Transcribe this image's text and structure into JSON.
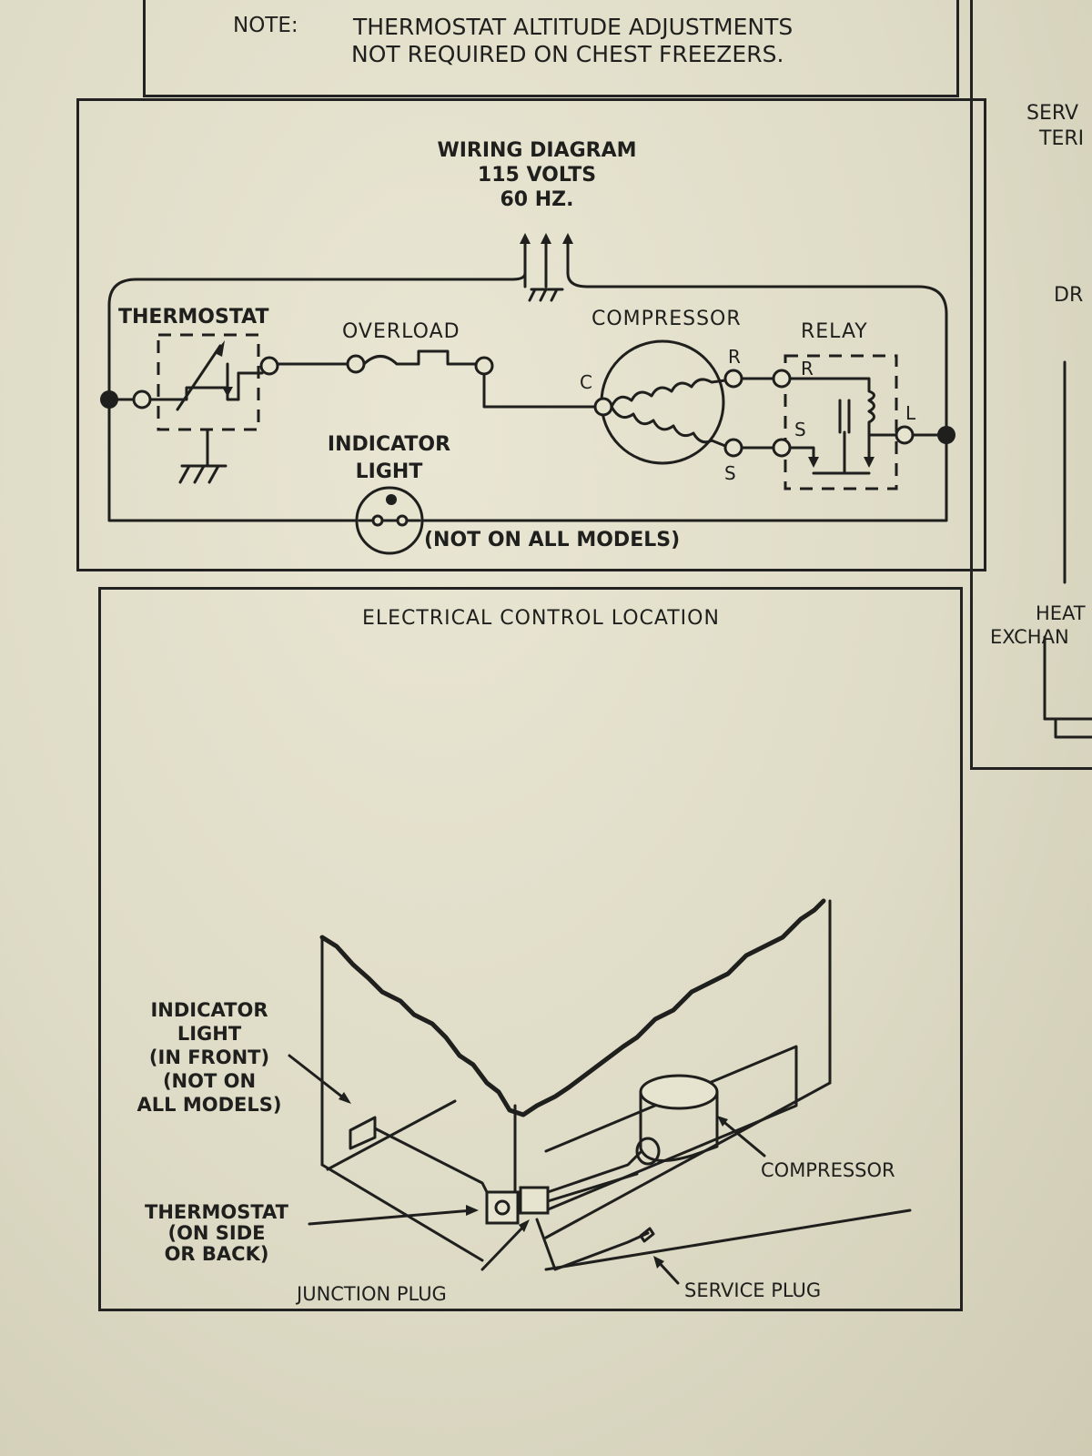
{
  "note": {
    "label": "NOTE:",
    "line1": "THERMOSTAT ALTITUDE ADJUSTMENTS",
    "line2": "NOT REQUIRED ON CHEST FREEZERS."
  },
  "wiring": {
    "title1": "WIRING DIAGRAM",
    "title2": "115 VOLTS",
    "title3": "60 HZ.",
    "thermostat": "THERMOSTAT",
    "overload": "OVERLOAD",
    "compressor": "COMPRESSOR",
    "relay": "RELAY",
    "indicator1": "INDICATOR",
    "indicator2": "LIGHT",
    "not_all": "(NOT ON ALL MODELS)",
    "term_c": "C",
    "term_r": "R",
    "term_s": "S",
    "relay_r": "R",
    "relay_s": "S",
    "relay_l": "L"
  },
  "location": {
    "title": "ELECTRICAL CONTROL LOCATION",
    "indicator_lines": [
      "INDICATOR",
      "LIGHT",
      "(IN FRONT)",
      "(NOT ON",
      "ALL MODELS)"
    ],
    "thermostat_lines": [
      "THERMOSTAT",
      "(ON SIDE",
      "OR BACK)"
    ],
    "compressor": "COMPRESSOR",
    "junction": "JUNCTION PLUG",
    "service": "SERVICE PLUG"
  },
  "right_panel": {
    "serv": "SERV",
    "term": "TERI",
    "dr": "DR",
    "heat": "HEAT",
    "exchan": "EXCHAN"
  }
}
